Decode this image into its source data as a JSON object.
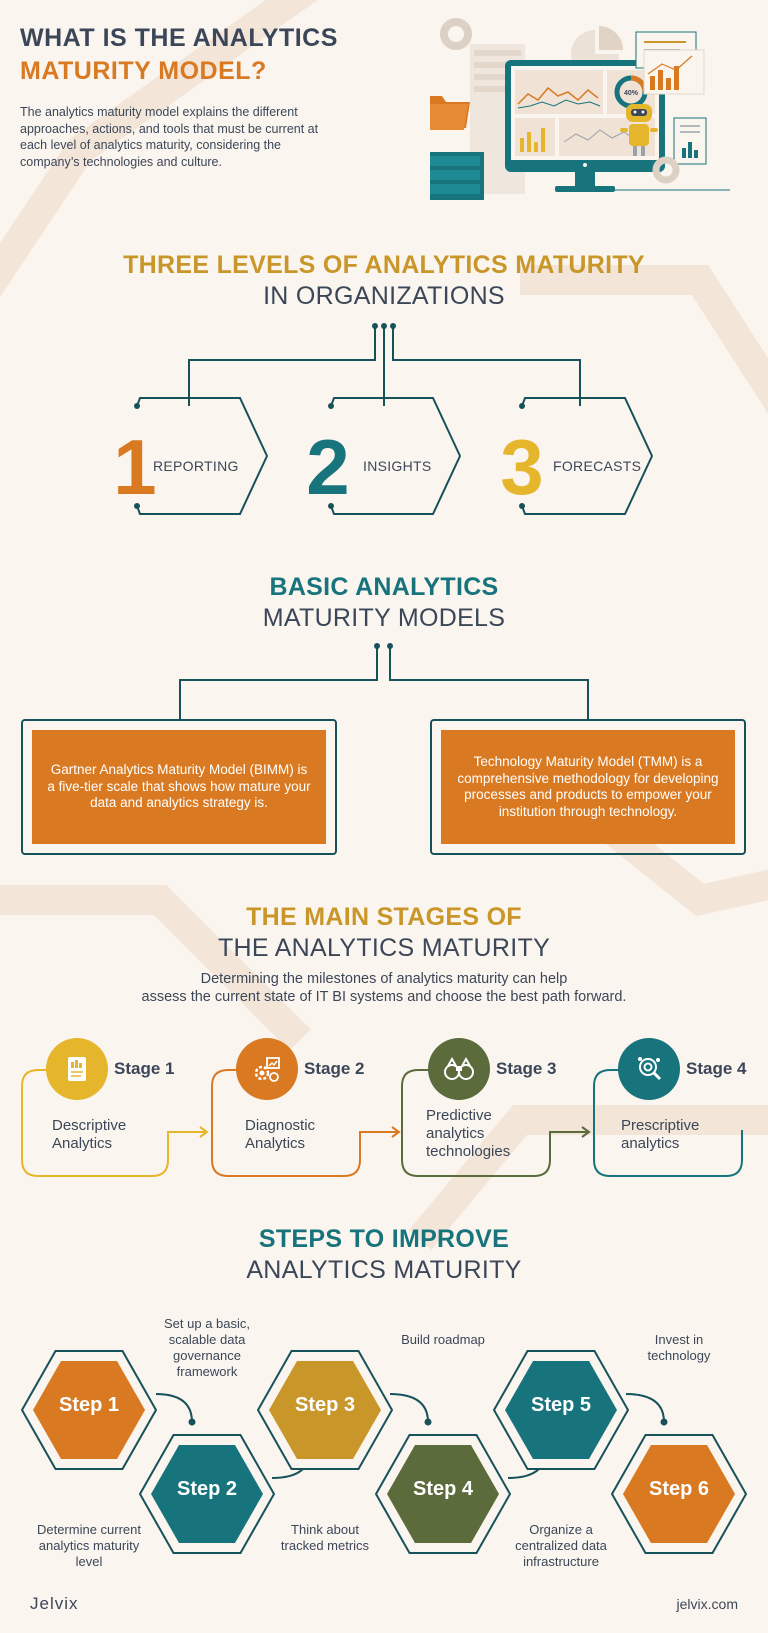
{
  "header": {
    "title_line1": "WHAT IS THE ANALYTICS",
    "title_line2": "MATURITY MODEL?",
    "intro": "The analytics maturity model explains the different approaches, actions, and tools that must be current at each level of analytics maturity, considering the company’s technologies and culture.",
    "illustration_badge": "40%"
  },
  "levels": {
    "title_line1": "THREE LEVELS OF ANALYTICS MATURITY",
    "title_line2": "IN ORGANIZATIONS",
    "items": [
      {
        "number": "1",
        "label": "REPORTING",
        "color": "#d97a22"
      },
      {
        "number": "2",
        "label": "INSIGHTS",
        "color": "#17747c"
      },
      {
        "number": "3",
        "label": "FORECASTS",
        "color": "#e5b62c"
      }
    ]
  },
  "models": {
    "title_line1": "BASIC ANALYTICS",
    "title_line2": "MATURITY MODELS",
    "items": [
      {
        "text": "Gartner Analytics Maturity Model (BIMM) is a five-tier scale that shows how mature your data and analytics strategy is."
      },
      {
        "text": "Technology Maturity Model (TMM) is a comprehensive methodology for developing processes and products to empower your institution through technology."
      }
    ]
  },
  "stages": {
    "title_line1": "THE MAIN STAGES OF",
    "title_line2": "THE ANALYTICS MATURITY",
    "description_line1": "Determining the milestones of analytics maturity can help",
    "description_line2": "assess the current state of IT BI systems and choose the best path forward.",
    "items": [
      {
        "label": "Stage 1",
        "desc": "Descriptive Analytics",
        "color": "#e5b62c",
        "icon": "report-document-icon"
      },
      {
        "label": "Stage 2",
        "desc": "Diagnostic Analytics",
        "color": "#d97a22",
        "icon": "diagnostic-gear-chart-icon"
      },
      {
        "label": "Stage 3",
        "desc": "Predictive analytics technologies",
        "color": "#5b6b3c",
        "icon": "binoculars-icon"
      },
      {
        "label": "Stage 4",
        "desc": "Prescriptive analytics",
        "color": "#17747c",
        "icon": "target-magnifier-icon"
      }
    ]
  },
  "steps": {
    "title_line1": "STEPS TO IMPROVE",
    "title_line2": "ANALYTICS MATURITY",
    "items": [
      {
        "label": "Step 1",
        "text": "Determine current analytics maturity level",
        "color": "#d97a22"
      },
      {
        "label": "Step 2",
        "text": "Set up a basic, scalable data governance framework",
        "color": "#17747c"
      },
      {
        "label": "Step 3",
        "text": "Think about tracked metrics",
        "color": "#c9962a"
      },
      {
        "label": "Step 4",
        "text": "Build roadmap",
        "color": "#5b6b3c"
      },
      {
        "label": "Step 5",
        "text": "Organize a centralized data infrastructure",
        "color": "#17747c"
      },
      {
        "label": "Step 6",
        "text": "Invest in technology",
        "color": "#d97a22"
      }
    ]
  },
  "footer": {
    "brand": "Jelvix",
    "url": "jelvix.com"
  }
}
